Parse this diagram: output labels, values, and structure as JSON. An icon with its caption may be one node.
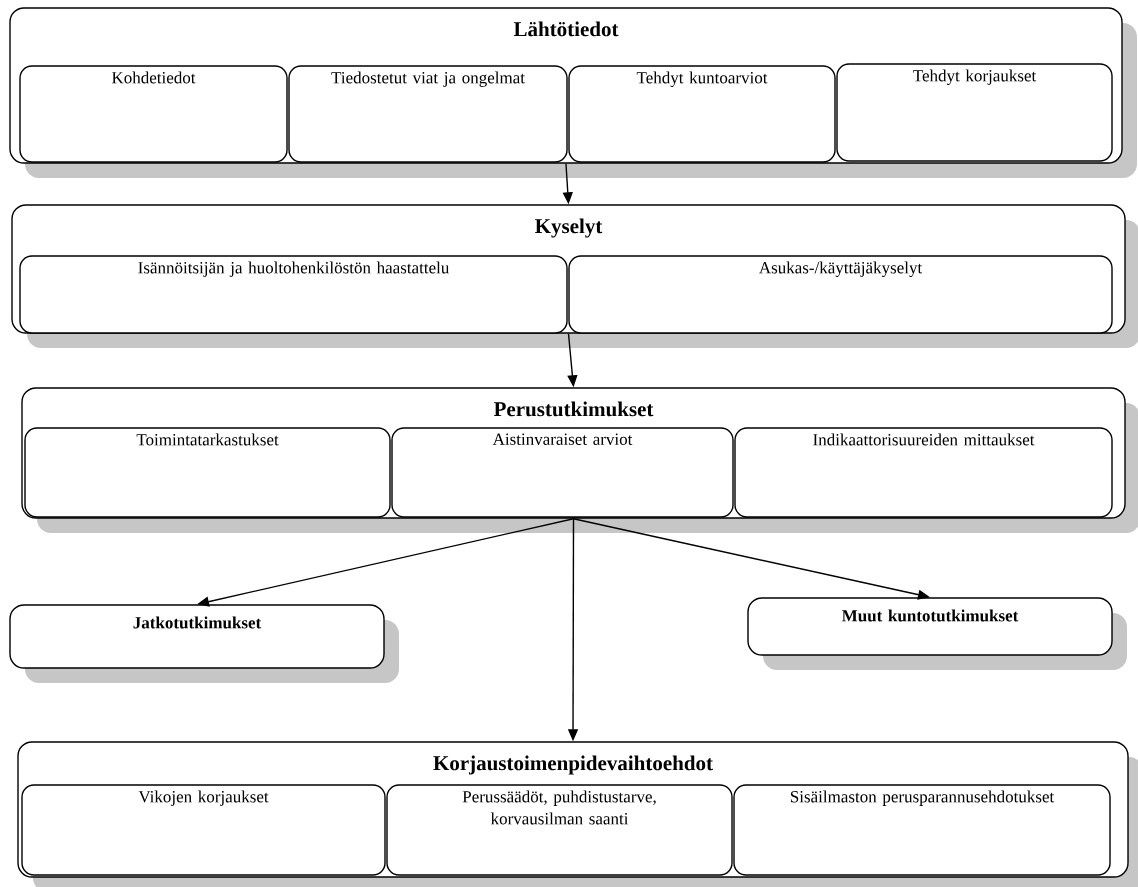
{
  "diagram": {
    "nodes": [
      {
        "text": [
          "Lähtötiedot"
        ]
      },
      {
        "text": [
          "Kohdetiedot"
        ],
        "in": 0
      },
      {
        "text": [
          "Tiedostetut viat ja ongelmat"
        ],
        "in": 0
      },
      {
        "text": [
          "Tehdyt kuntoarviot"
        ],
        "in": 0
      },
      {
        "text": [
          "Tehdyt korjaukset"
        ],
        "in": 0
      },
      {
        "text": [
          "Kyselyt"
        ]
      },
      {
        "text": [
          "Isännöitsijän ja huoltohenkilöstön haastattelu"
        ],
        "in": 5
      },
      {
        "text": [
          "Asukas-/käyttäjäkyselyt"
        ],
        "in": 5
      },
      {
        "text": [
          "Perustutkimukset"
        ]
      },
      {
        "text": [
          "Toimintatarkastukset"
        ],
        "in": 8
      },
      {
        "text": [
          "Aistinvaraiset arviot"
        ],
        "in": 8
      },
      {
        "text": [
          "Indikaattorisuureiden mittaukset"
        ],
        "in": 8
      },
      {
        "text": [
          "Jatkotutkimukset"
        ]
      },
      {
        "text": [
          "Muut kuntotutkimukset"
        ]
      },
      {
        "text": [
          "Korjaustoimenpidevaihtoehdot"
        ]
      },
      {
        "text": [
          "Vikojen korjaukset"
        ],
        "in": 14
      },
      {
        "text": [
          "Perussäädöt, puhdistustarve, korvausilman saanti"
        ],
        "in": 14
      },
      {
        "text": [
          "Sisäilmaston perusparannusehdotukset"
        ],
        "in": 14
      }
    ],
    "edges": [
      {
        "from": 0,
        "to": 5,
        "arrow": "to"
      },
      {
        "from": 5,
        "to": 8,
        "arrow": "to"
      },
      {
        "from": 8,
        "to": 12,
        "arrow": "to"
      },
      {
        "from": 8,
        "to": 13,
        "arrow": "to"
      },
      {
        "from": 8,
        "to": 14,
        "arrow": "to"
      }
    ]
  }
}
